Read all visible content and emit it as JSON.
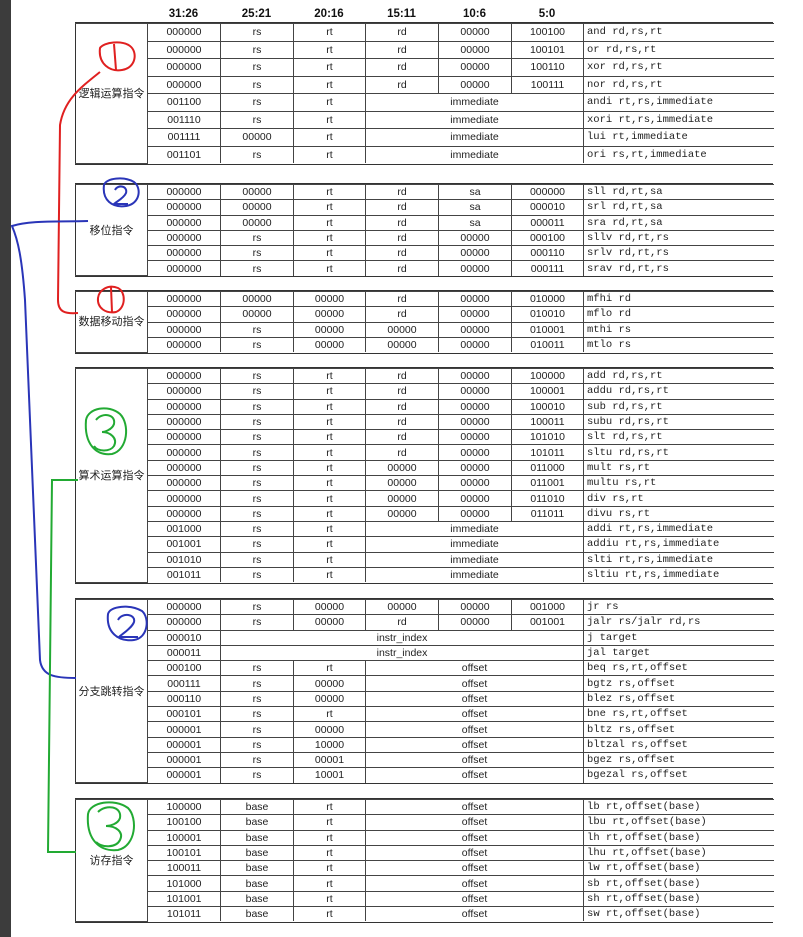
{
  "header": [
    "31:26",
    "25:21",
    "20:16",
    "15:11",
    "10:6",
    "5:0"
  ],
  "annotations": [
    "1",
    "2",
    "1",
    "3",
    "2",
    "3"
  ],
  "colors": {
    "red": "#e02020",
    "blue": "#2a35b8",
    "green": "#22aa33",
    "line": "#444444",
    "strip": "#3c3c3c"
  },
  "groups": [
    {
      "label": "逻辑运算指令",
      "rows": [
        {
          "c": [
            "000000",
            "rs",
            "rt",
            "rd",
            "00000",
            "100100"
          ],
          "asm": "and rd,rs,rt"
        },
        {
          "c": [
            "000000",
            "rs",
            "rt",
            "rd",
            "00000",
            "100101"
          ],
          "asm": "or rd,rs,rt"
        },
        {
          "c": [
            "000000",
            "rs",
            "rt",
            "rd",
            "00000",
            "100110"
          ],
          "asm": "xor rd,rs,rt"
        },
        {
          "c": [
            "000000",
            "rs",
            "rt",
            "rd",
            "00000",
            "100111"
          ],
          "asm": "nor rd,rs,rt"
        },
        {
          "c": [
            "001100",
            "rs",
            "rt"
          ],
          "imm": "immediate",
          "asm": "andi rt,rs,immediate"
        },
        {
          "c": [
            "001110",
            "rs",
            "rt"
          ],
          "imm": "immediate",
          "asm": "xori rt,rs,immediate"
        },
        {
          "c": [
            "001111",
            "00000",
            "rt"
          ],
          "imm": "immediate",
          "asm": "lui rt,immediate"
        },
        {
          "c": [
            "001101",
            "rs",
            "rt"
          ],
          "imm": "immediate",
          "asm": "ori rs,rt,immediate"
        }
      ]
    },
    {
      "label": "移位指令",
      "rows": [
        {
          "c": [
            "000000",
            "00000",
            "rt",
            "rd",
            "sa",
            "000000"
          ],
          "asm": "sll rd,rt,sa"
        },
        {
          "c": [
            "000000",
            "00000",
            "rt",
            "rd",
            "sa",
            "000010"
          ],
          "asm": "srl rd,rt,sa"
        },
        {
          "c": [
            "000000",
            "00000",
            "rt",
            "rd",
            "sa",
            "000011"
          ],
          "asm": "sra rd,rt,sa"
        },
        {
          "c": [
            "000000",
            "rs",
            "rt",
            "rd",
            "00000",
            "000100"
          ],
          "asm": "sllv rd,rt,rs"
        },
        {
          "c": [
            "000000",
            "rs",
            "rt",
            "rd",
            "00000",
            "000110"
          ],
          "asm": "srlv rd,rt,rs"
        },
        {
          "c": [
            "000000",
            "rs",
            "rt",
            "rd",
            "00000",
            "000111"
          ],
          "asm": "srav rd,rt,rs"
        }
      ]
    },
    {
      "label": "数据移动指令",
      "rows": [
        {
          "c": [
            "000000",
            "00000",
            "00000",
            "rd",
            "00000",
            "010000"
          ],
          "asm": "mfhi rd"
        },
        {
          "c": [
            "000000",
            "00000",
            "00000",
            "rd",
            "00000",
            "010010"
          ],
          "asm": "mflo rd"
        },
        {
          "c": [
            "000000",
            "rs",
            "00000",
            "00000",
            "00000",
            "010001"
          ],
          "asm": "mthi rs"
        },
        {
          "c": [
            "000000",
            "rs",
            "00000",
            "00000",
            "00000",
            "010011"
          ],
          "asm": "mtlo rs"
        }
      ]
    },
    {
      "label": "算术运算指令",
      "rows": [
        {
          "c": [
            "000000",
            "rs",
            "rt",
            "rd",
            "00000",
            "100000"
          ],
          "asm": "add rd,rs,rt"
        },
        {
          "c": [
            "000000",
            "rs",
            "rt",
            "rd",
            "00000",
            "100001"
          ],
          "asm": "addu rd,rs,rt"
        },
        {
          "c": [
            "000000",
            "rs",
            "rt",
            "rd",
            "00000",
            "100010"
          ],
          "asm": "sub rd,rs,rt"
        },
        {
          "c": [
            "000000",
            "rs",
            "rt",
            "rd",
            "00000",
            "100011"
          ],
          "asm": "subu rd,rs,rt"
        },
        {
          "c": [
            "000000",
            "rs",
            "rt",
            "rd",
            "00000",
            "101010"
          ],
          "asm": "slt rd,rs,rt"
        },
        {
          "c": [
            "000000",
            "rs",
            "rt",
            "rd",
            "00000",
            "101011"
          ],
          "asm": "sltu rd,rs,rt"
        },
        {
          "c": [
            "000000",
            "rs",
            "rt",
            "00000",
            "00000",
            "011000"
          ],
          "asm": "mult rs,rt"
        },
        {
          "c": [
            "000000",
            "rs",
            "rt",
            "00000",
            "00000",
            "011001"
          ],
          "asm": "multu rs,rt"
        },
        {
          "c": [
            "000000",
            "rs",
            "rt",
            "00000",
            "00000",
            "011010"
          ],
          "asm": "div rs,rt"
        },
        {
          "c": [
            "000000",
            "rs",
            "rt",
            "00000",
            "00000",
            "011011"
          ],
          "asm": "divu rs,rt"
        },
        {
          "c": [
            "001000",
            "rs",
            "rt"
          ],
          "imm": "immediate",
          "asm": "addi rt,rs,immediate"
        },
        {
          "c": [
            "001001",
            "rs",
            "rt"
          ],
          "imm": "immediate",
          "asm": "addiu rt,rs,immediate"
        },
        {
          "c": [
            "001010",
            "rs",
            "rt"
          ],
          "imm": "immediate",
          "asm": "slti rt,rs,immediate"
        },
        {
          "c": [
            "001011",
            "rs",
            "rt"
          ],
          "imm": "immediate",
          "asm": "sltiu rt,rs,immediate"
        }
      ]
    },
    {
      "label": "分支跳转指令",
      "rows": [
        {
          "c": [
            "000000",
            "rs",
            "00000",
            "00000",
            "00000",
            "001000"
          ],
          "asm": "jr rs"
        },
        {
          "c": [
            "000000",
            "rs",
            "00000",
            "rd",
            "00000",
            "001001"
          ],
          "asm": "jalr rs/jalr rd,rs"
        },
        {
          "c": [
            "000010"
          ],
          "index": "instr_index",
          "asm": "j target"
        },
        {
          "c": [
            "000011"
          ],
          "index": "instr_index",
          "asm": "jal target"
        },
        {
          "c": [
            "000100",
            "rs",
            "rt"
          ],
          "imm": "offset",
          "asm": "beq rs,rt,offset"
        },
        {
          "c": [
            "000111",
            "rs",
            "00000"
          ],
          "imm": "offset",
          "asm": "bgtz rs,offset"
        },
        {
          "c": [
            "000110",
            "rs",
            "00000"
          ],
          "imm": "offset",
          "asm": "blez rs,offset"
        },
        {
          "c": [
            "000101",
            "rs",
            "rt"
          ],
          "imm": "offset",
          "asm": "bne rs,rt,offset"
        },
        {
          "c": [
            "000001",
            "rs",
            "00000"
          ],
          "imm": "offset",
          "asm": "bltz rs,offset"
        },
        {
          "c": [
            "000001",
            "rs",
            "10000"
          ],
          "imm": "offset",
          "asm": "bltzal rs,offset"
        },
        {
          "c": [
            "000001",
            "rs",
            "00001"
          ],
          "imm": "offset",
          "asm": "bgez rs,offset"
        },
        {
          "c": [
            "000001",
            "rs",
            "10001"
          ],
          "imm": "offset",
          "asm": "bgezal rs,offset"
        }
      ]
    },
    {
      "label": "访存指令",
      "rows": [
        {
          "c": [
            "100000",
            "base",
            "rt"
          ],
          "imm": "offset",
          "asm": "lb rt,offset(base)"
        },
        {
          "c": [
            "100100",
            "base",
            "rt"
          ],
          "imm": "offset",
          "asm": "lbu rt,offset(base)"
        },
        {
          "c": [
            "100001",
            "base",
            "rt"
          ],
          "imm": "offset",
          "asm": "lh rt,offset(base)"
        },
        {
          "c": [
            "100101",
            "base",
            "rt"
          ],
          "imm": "offset",
          "asm": "lhu rt,offset(base)"
        },
        {
          "c": [
            "100011",
            "base",
            "rt"
          ],
          "imm": "offset",
          "asm": "lw rt,offset(base)"
        },
        {
          "c": [
            "101000",
            "base",
            "rt"
          ],
          "imm": "offset",
          "asm": "sb rt,offset(base)"
        },
        {
          "c": [
            "101001",
            "base",
            "rt"
          ],
          "imm": "offset",
          "asm": "sh rt,offset(base)"
        },
        {
          "c": [
            "101011",
            "base",
            "rt"
          ],
          "imm": "offset",
          "asm": "sw rt,offset(base)"
        }
      ]
    }
  ]
}
